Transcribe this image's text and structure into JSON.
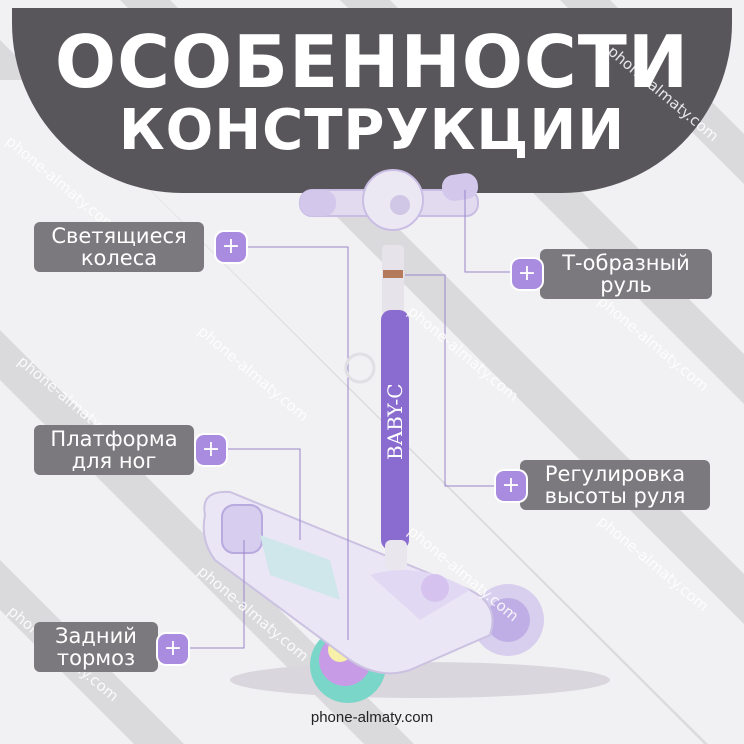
{
  "header": {
    "title_line1": "ОСОБЕННОСТИ",
    "title_line2": "КОНСТРУКЦИИ"
  },
  "callouts": [
    {
      "line1": "Светящиеся",
      "line2": "колеса",
      "plus": "+"
    },
    {
      "line1": "Т-образный",
      "line2": "руль",
      "plus": "+"
    },
    {
      "line1": "Платформа",
      "line2": "для ног",
      "plus": "+"
    },
    {
      "line1": "Регулировка",
      "line2": "высоты руля",
      "plus": "+"
    },
    {
      "line1": "Задний",
      "line2": "тормоз",
      "plus": "+"
    }
  ],
  "product": {
    "brand_text": "BABY-C"
  },
  "watermark": {
    "text": "phone-almaty.com"
  },
  "footer": {
    "site": "phone-almaty.com"
  },
  "colors": {
    "banner": "#58565b",
    "callout_bg": "#7b797d",
    "accent_purple": "#a98ce0",
    "scooter_body": "#ebe6f5",
    "stem_purple": "#8a6bcf",
    "background": "#f1f0f2"
  }
}
